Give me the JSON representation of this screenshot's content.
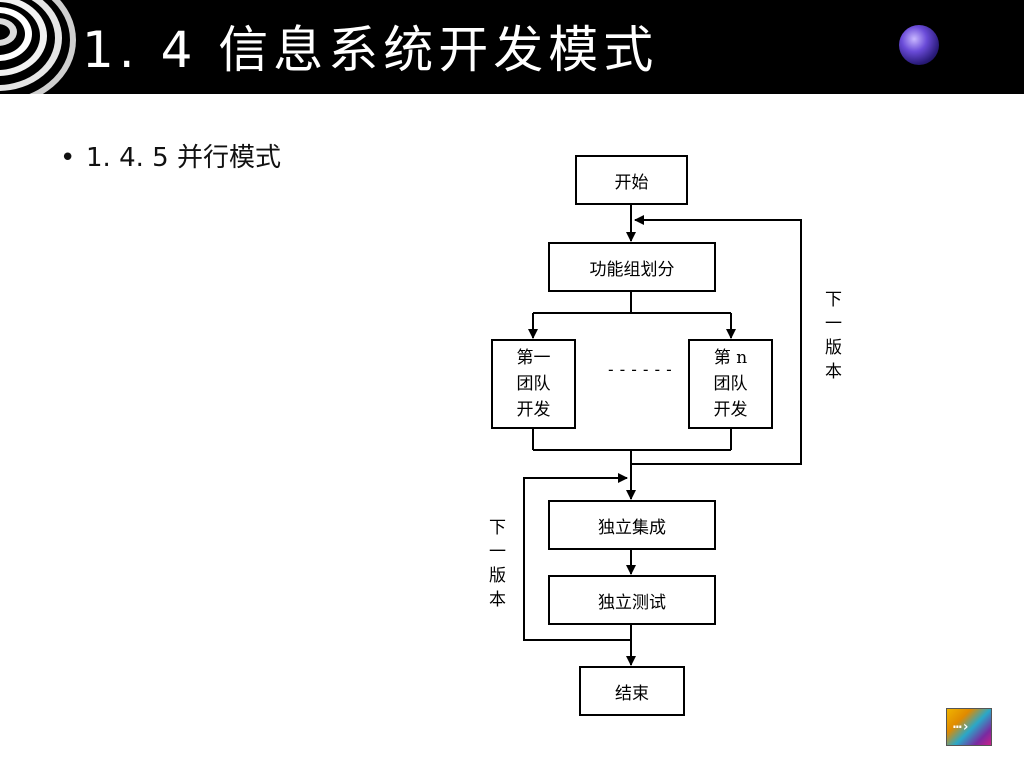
{
  "slide": {
    "title": "1. 4 信息系统开发模式",
    "bullet": "1. 4. 5 并行模式"
  },
  "flowchart": {
    "start": "开始",
    "split": "功能组划分",
    "team_first": [
      "第一",
      "团队",
      "开发"
    ],
    "team_n": [
      "第 n",
      "团队",
      "开发"
    ],
    "ellipsis": "------",
    "integration": "独立集成",
    "testing": "独立测试",
    "end": "结束",
    "loop_right_label": [
      "下",
      "一",
      "版",
      "本"
    ],
    "loop_left_label": [
      "下",
      "一",
      "版",
      "本"
    ]
  },
  "icons": {
    "header_logo": "concentric-rings-icon",
    "globe": "globe-icon",
    "nav": "next-slide-icon"
  },
  "colors": {
    "header_bg": "#000000",
    "title_text": "#ffffff",
    "globe_accent": "#6a4bd8"
  }
}
